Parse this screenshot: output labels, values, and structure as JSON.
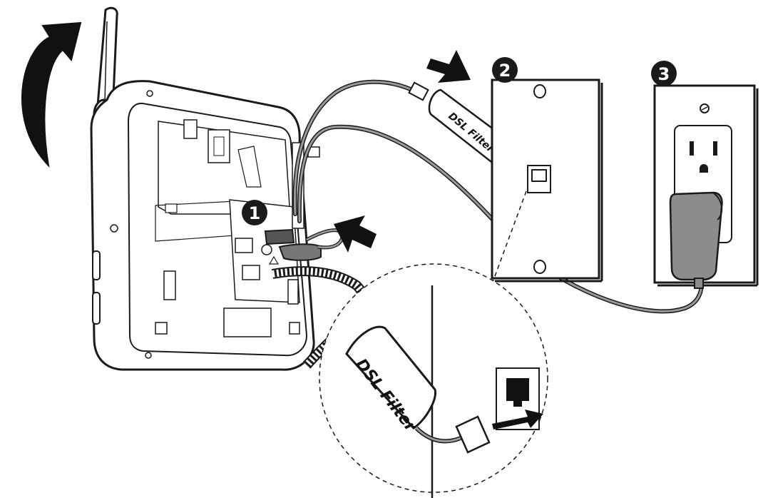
{
  "steps": [
    {
      "number": "1"
    },
    {
      "number": "2"
    },
    {
      "number": "3"
    }
  ],
  "filters": {
    "top_label": "DSL Filter",
    "zoom_label": "DSL Filter"
  },
  "colors": {
    "stroke": "#1a1a1a",
    "cord": "#9a9a9a",
    "adapter": "#8c8c8c",
    "badge": "#1a1a1a"
  },
  "icons": [
    "rotate-arrow-icon",
    "direction-arrow-icon",
    "phone-jack-icon",
    "power-outlet-icon",
    "power-adapter-icon"
  ]
}
